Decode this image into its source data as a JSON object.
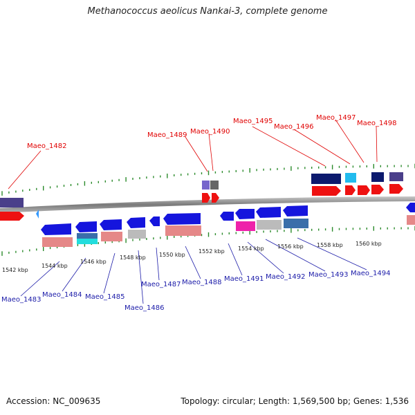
{
  "title": "Methanococcus aeolicus Nankai-3, complete genome",
  "accession": "Accession: NC_009635",
  "summary": "Topology: circular; Length: 1,569,500 bp; Genes: 1,536",
  "scale_labels": [
    "1542 kbp",
    "1544 kbp",
    "1546 kbp",
    "1548 kbp",
    "1550 kbp",
    "1552 kbp",
    "1554 kbp",
    "1556 kbp",
    "1558 kbp",
    "1560 kbp"
  ],
  "genes_top": [
    "Maeo_1482",
    "Maeo_1489",
    "Maeo_1490",
    "Maeo_1495",
    "Maeo_1496",
    "Maeo_1497",
    "Maeo_1498"
  ],
  "genes_bottom": [
    "Maeo_1483",
    "Maeo_1484",
    "Maeo_1485",
    "Maeo_1486",
    "Maeo_1487",
    "Maeo_1488",
    "Maeo_1491",
    "Maeo_1492",
    "Maeo_1493",
    "Maeo_1494"
  ],
  "colors": {
    "top_label": "#e00000",
    "bottom_label": "#1a1aa8",
    "ticks": "#2a8a2a",
    "backbone": "#8a8a8a"
  }
}
